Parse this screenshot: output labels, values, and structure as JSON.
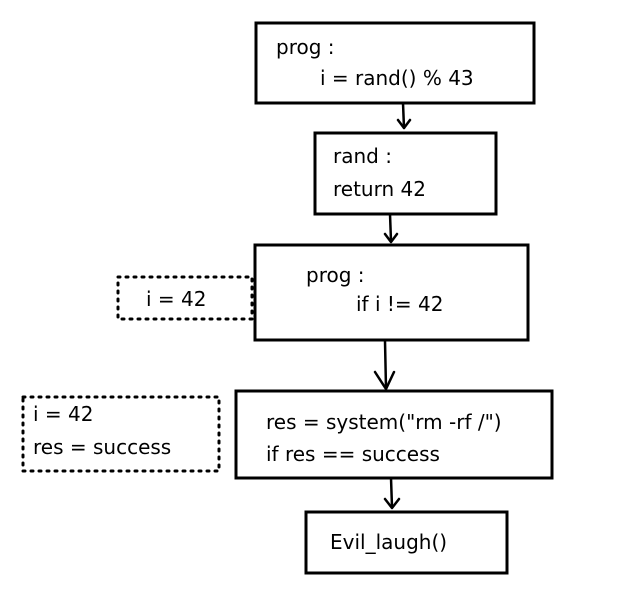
{
  "nodes": {
    "prog1": {
      "line1": "prog :",
      "line2": "i = rand() % 43"
    },
    "rand": {
      "line1": "rand :",
      "line2": "return 42"
    },
    "prog2": {
      "line1": "prog :",
      "line2": "if i != 42"
    },
    "state1": {
      "line1": "i = 42"
    },
    "system": {
      "line1": "res = system(\"rm -rf /\")",
      "line2": "if res == success"
    },
    "state2": {
      "line1": "i = 42",
      "line2": "res = success"
    },
    "evil": {
      "line1": "Evil_laugh()"
    }
  }
}
